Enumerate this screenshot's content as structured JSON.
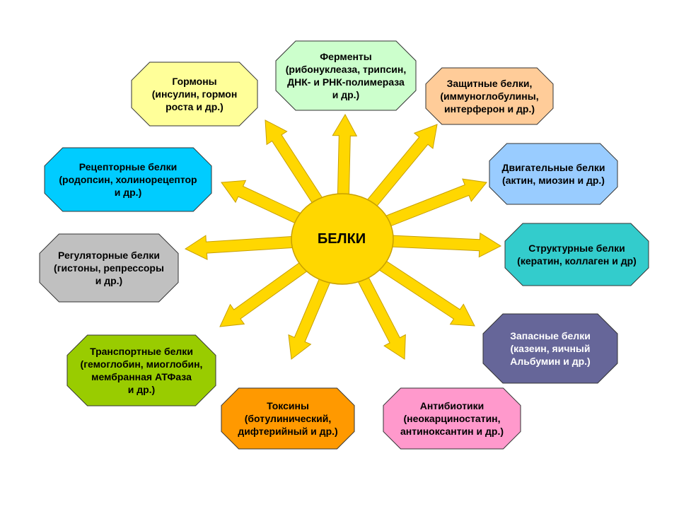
{
  "center": {
    "label": "БЕЛКИ",
    "fill": "#FFD700",
    "stroke": "#C8A000"
  },
  "nodes": [
    {
      "id": "enzymes",
      "lines": [
        "Ферменты",
        "(рибонуклеаза, трипсин,",
        "ДНК- и РНК-полимераза",
        "и др.)"
      ],
      "fill": "#CCFFCC",
      "text_color": "#000000"
    },
    {
      "id": "hormones",
      "lines": [
        "Гормоны",
        "(инсулин, гормон",
        "роста и др.)"
      ],
      "fill": "#FFFF99",
      "text_color": "#000000"
    },
    {
      "id": "protective",
      "lines": [
        "Защитные белки,",
        "(иммуноглобулины,",
        "интерферон и др.)"
      ],
      "fill": "#FFCC99",
      "text_color": "#000000"
    },
    {
      "id": "receptor",
      "lines": [
        "Рецепторные белки",
        "(родопсин, холинорецептор",
        "и др.)"
      ],
      "fill": "#00CCFF",
      "text_color": "#000000"
    },
    {
      "id": "motor",
      "lines": [
        "Двигательные белки",
        "(актин, миозин и др.)"
      ],
      "fill": "#99CCFF",
      "text_color": "#000000"
    },
    {
      "id": "regulatory",
      "lines": [
        "Регуляторные белки",
        "(гистоны, репрессоры",
        "и др.)"
      ],
      "fill": "#C0C0C0",
      "text_color": "#000000"
    },
    {
      "id": "structural",
      "lines": [
        "Структурные белки",
        "(кератин, коллаген и др)"
      ],
      "fill": "#33CCCC",
      "text_color": "#000000"
    },
    {
      "id": "storage",
      "lines": [
        "Запасные белки",
        "(казеин, яичный",
        "Альбумин и др.)"
      ],
      "fill": "#666699",
      "text_color": "#FFFFFF"
    },
    {
      "id": "transport",
      "lines": [
        "Транспортные белки",
        "(гемоглобин, миоглобин,",
        "мембранная АТФаза",
        "и др.)"
      ],
      "fill": "#99CC00",
      "text_color": "#000000"
    },
    {
      "id": "toxins",
      "lines": [
        "Токсины",
        "(ботулинический,",
        "дифтерийный и др.)"
      ],
      "fill": "#FF9900",
      "text_color": "#000000"
    },
    {
      "id": "antibiotics",
      "lines": [
        "Антибиотики",
        "(неокарциностатин,",
        "антиноксантин и др.)"
      ],
      "fill": "#FF99CC",
      "text_color": "#000000"
    }
  ],
  "arrow_fill": "#FFD700",
  "arrow_stroke": "#C8A000"
}
